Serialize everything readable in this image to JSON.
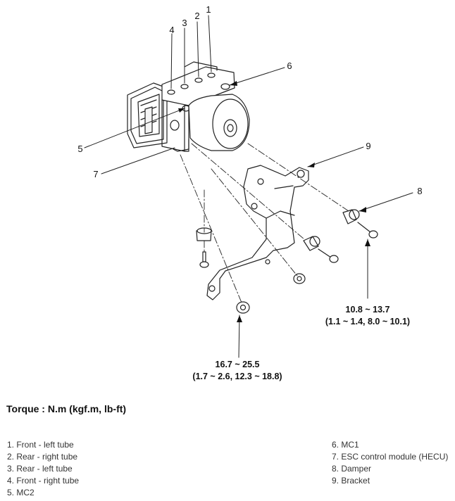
{
  "callouts": {
    "c1": "1",
    "c2": "2",
    "c3": "3",
    "c4": "4",
    "c5": "5",
    "c6": "6",
    "c7": "7",
    "c8": "8",
    "c9": "9"
  },
  "torque_specs": {
    "damper_bolt": {
      "nm": "10.8 ~ 13.7",
      "alt": "(1.1 ~ 1.4, 8.0 ~ 10.1)"
    },
    "bracket_nut": {
      "nm": "16.7 ~ 25.5",
      "alt": "(1.7 ~ 2.6, 12.3 ~ 18.8)"
    }
  },
  "torque_heading": "Torque : N.m (kgf.m, lb-ft)",
  "legend": {
    "left": [
      "1. Front - left tube",
      "2. Rear - right tube",
      "3. Rear - left tube",
      "4. Front - right tube",
      "5. MC2"
    ],
    "right": [
      "6. MC1",
      "7. ESC control module (HECU)",
      "8. Damper",
      "9. Bracket"
    ]
  }
}
